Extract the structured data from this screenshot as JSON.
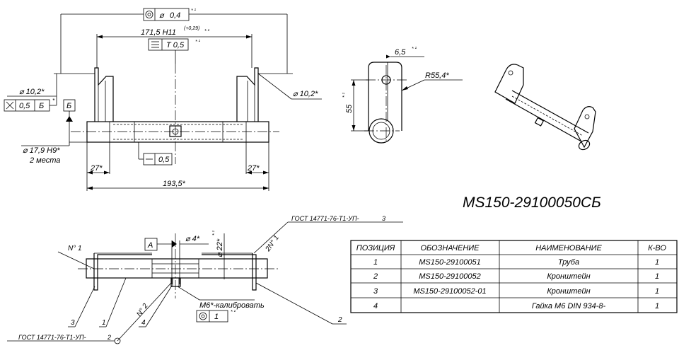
{
  "title": "MS150-29100050СБ",
  "dims": {
    "top_tol_value": "0,4",
    "top_tol_note": "* ¹",
    "hole_pitch": "171,5 H11",
    "hole_pitch_tol": "(+0,29)",
    "hole_pitch_note": "* ¹",
    "sym_value": "T 0,5",
    "sym_note": "* ¹",
    "left_hole": "⌀ 10,2*",
    "perp_value": "0,5",
    "perp_datum": "Б",
    "perp_note": "*",
    "datum_b": "Б",
    "right_hole": "⌀ 10,2*",
    "bore": "⌀ 17,9 H9*",
    "bore_count": "2 места",
    "flat_value": "0,5",
    "left_27": "27*",
    "right_27": "27*",
    "overall": "193,5*",
    "side_top": "6,5",
    "side_top_note": "* ¹",
    "side_radius": "R55,4*",
    "side_height": "55",
    "side_height_note": "* ¹",
    "pin_dia": "⌀ 4*",
    "datum_a": "A",
    "tube_dia": "⌀ 22*",
    "tube_dia_note": "* ¹",
    "thread_note": "M6*-калибровать",
    "thread_conc": "1",
    "thread_conc_note": "* ¹",
    "weld_right": "ГОСТ 14771-76-Т1-УП-",
    "weld_right_leg": "3",
    "weld_left": "ГОСТ 14771-76-Т1-УП-",
    "weld_left_leg": "2",
    "weld_n1_left": "N° 1",
    "weld_n1_right": "2N° 1",
    "weld_n2": "N° 2",
    "leader_3": "3",
    "leader_1": "1",
    "leader_4": "4",
    "leader_2": "2"
  },
  "bom": {
    "headers": [
      "ПОЗИЦИЯ",
      "ОБОЗНАЧЕНИЕ",
      "НАИМЕНОВАНИЕ",
      "К-ВО"
    ],
    "rows": [
      [
        "1",
        "MS150-29100051",
        "Труба",
        "1"
      ],
      [
        "2",
        "MS150-29100052",
        "Кронштейн",
        "1"
      ],
      [
        "3",
        "MS150-29100052-01",
        "Кронштейн",
        "1"
      ],
      [
        "4",
        "",
        "Гайка М6 DIN 934-8-",
        "1"
      ]
    ]
  }
}
